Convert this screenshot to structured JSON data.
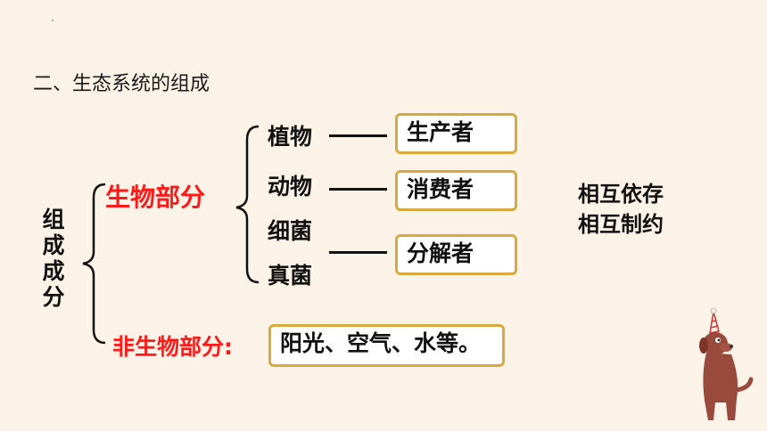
{
  "slide": {
    "heading": "二、生态系统的组成",
    "composition_chars": [
      "组",
      "成",
      "成",
      "分"
    ],
    "biotic_label": "生物部分",
    "abiotic_label": "非生物部分:",
    "organisms": [
      "植物",
      "动物",
      "细菌",
      "真菌"
    ],
    "roles": [
      "生产者",
      "消费者",
      "分解者"
    ],
    "abiotic_items": "阳光、空气、水等。",
    "relation": [
      "相互依存",
      "相互制约"
    ]
  },
  "colors": {
    "background": "#fcf3e8",
    "accent_red": "#ff1a1a",
    "box_border": "#d9a93e"
  }
}
